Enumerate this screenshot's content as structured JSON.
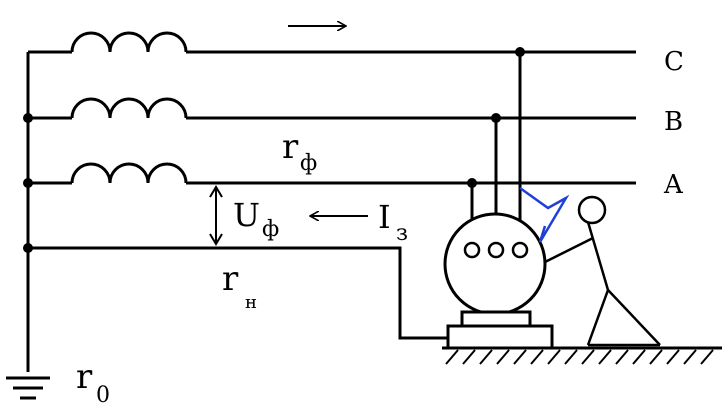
{
  "phases": {
    "c": "C",
    "b": "B",
    "a": "A"
  },
  "labels": {
    "r_phase_main": "r",
    "r_phase_sub": "ф",
    "u_phase_main": "U",
    "u_phase_sub": "ф",
    "i_fault_main": "I",
    "i_fault_sub": "з",
    "r_neutral_main": "r",
    "r_neutral_sub": "н",
    "r_ground_main": "r",
    "r_ground_sub": "0"
  },
  "colors": {
    "line": "#000000",
    "spark": "#1f3fd6"
  }
}
